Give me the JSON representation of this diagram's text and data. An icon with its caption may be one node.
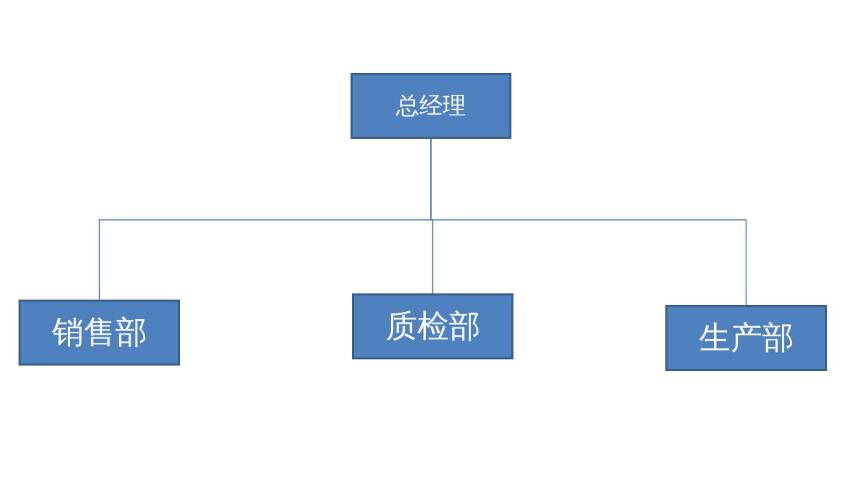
{
  "diagram": {
    "nodes": [
      {
        "text": [
          "总经理"
        ]
      },
      {
        "text": [
          "销售部"
        ]
      },
      {
        "text": [
          "质检部"
        ]
      },
      {
        "text": [
          "生产部"
        ]
      }
    ],
    "edges": [
      {
        "from": 0,
        "to": 1,
        "arrow": "none"
      },
      {
        "from": 0,
        "to": 2,
        "arrow": "none"
      },
      {
        "from": 0,
        "to": 3,
        "arrow": "none"
      }
    ]
  }
}
